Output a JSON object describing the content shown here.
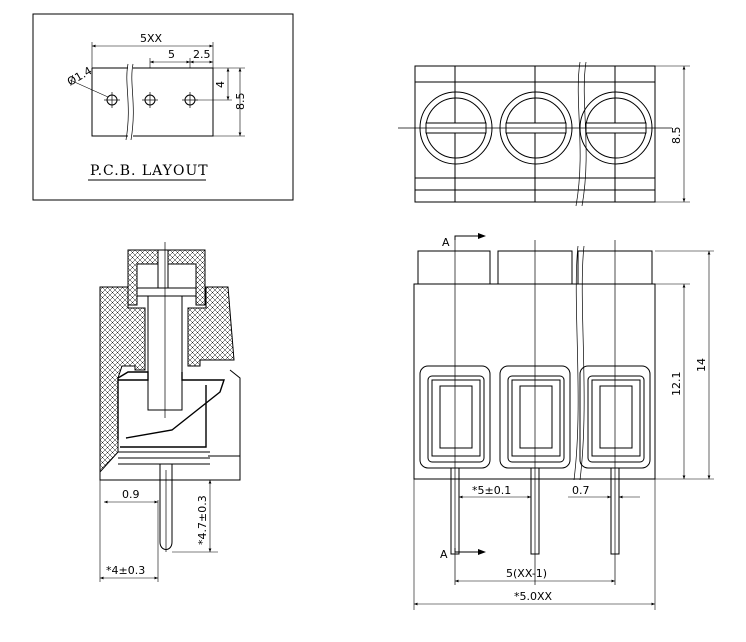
{
  "pcb_layout": {
    "title": "P.C.B. LAYOUT",
    "dim_total": "5XX",
    "dim_pitch": "5",
    "dim_half": "2.5",
    "dim_hole": "Ø1.4",
    "dim_vertical_small": "4",
    "dim_vertical": "8.5"
  },
  "top_view": {
    "dim_height": "8.5"
  },
  "side_view": {
    "dim_left_offset": "0.9",
    "dim_pin_length": "*4.7±0.3",
    "dim_width": "*4±0.3"
  },
  "front_view": {
    "section_mark": "A",
    "section_mark_bottom": "A",
    "dim_pitch": "*5±0.1",
    "dim_pin_width": "0.7",
    "dim_height_body": "12.1",
    "dim_height_total": "14",
    "dim_pitch_total": "5(XX-1)",
    "dim_total": "*5.0XX"
  }
}
